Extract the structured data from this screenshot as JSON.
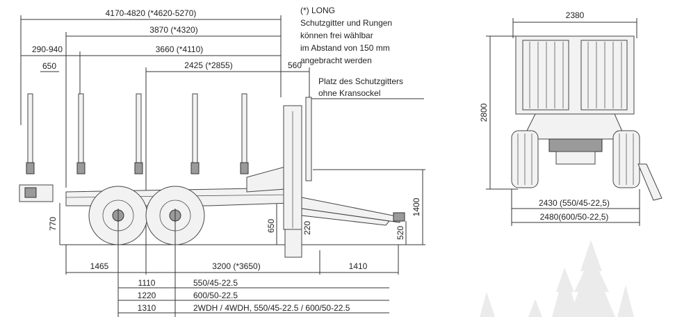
{
  "side_view": {
    "dims": {
      "total_length": "4170-4820 (*4620-5270)",
      "length_3870": "3870 (*4320)",
      "length_3660": "3660 (*4110)",
      "length_2425": "2425 (*2855)",
      "offset_290": "290-940",
      "offset_650": "650",
      "offset_560": "560",
      "height_1400": "1400",
      "height_770": "770",
      "height_650": "650",
      "height_220": "220",
      "height_520": "520",
      "bottom_1465": "1465",
      "bottom_3200": "3200 (*3650)",
      "bottom_1410": "1410"
    },
    "note_long": [
      "(*) LONG",
      "Schutzgitter und Rungen",
      "können frei wählbar",
      "im Abstand von 150 mm",
      "angebracht werden"
    ],
    "note_gitter": [
      "Platz des Schutzgitters",
      "ohne Kransockel"
    ]
  },
  "tire_table": [
    {
      "value": "1110",
      "spec": "550/45-22.5"
    },
    {
      "value": "1220",
      "spec": "600/50-22.5"
    },
    {
      "value": "1310",
      "spec": "2WDH / 4WDH, 550/45-22.5 / 600/50-22.5"
    }
  ],
  "rear_view": {
    "width_top": "2380",
    "height": "2800",
    "width_550": "2430 (550/45-22,5)",
    "width_600": "2480(600/50-22,5)"
  },
  "colors": {
    "line": "#333333",
    "text": "#222222",
    "watermark": "#e8e8e8"
  },
  "icons": {
    "watermark": "tree-silhouette"
  }
}
